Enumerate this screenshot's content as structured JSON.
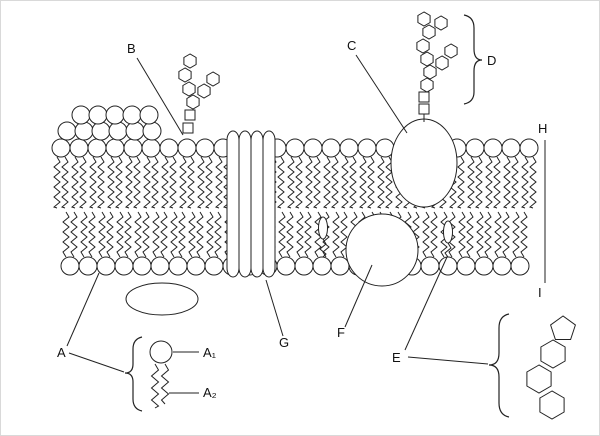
{
  "labels": {
    "a": "A",
    "a1": "A₁",
    "a2": "A₂",
    "b": "B",
    "c": "C",
    "d": "D",
    "e": "E",
    "f": "F",
    "g": "G",
    "h": "H",
    "i": "I"
  },
  "colors": {
    "stroke": "#222222",
    "background": "#ffffff"
  }
}
